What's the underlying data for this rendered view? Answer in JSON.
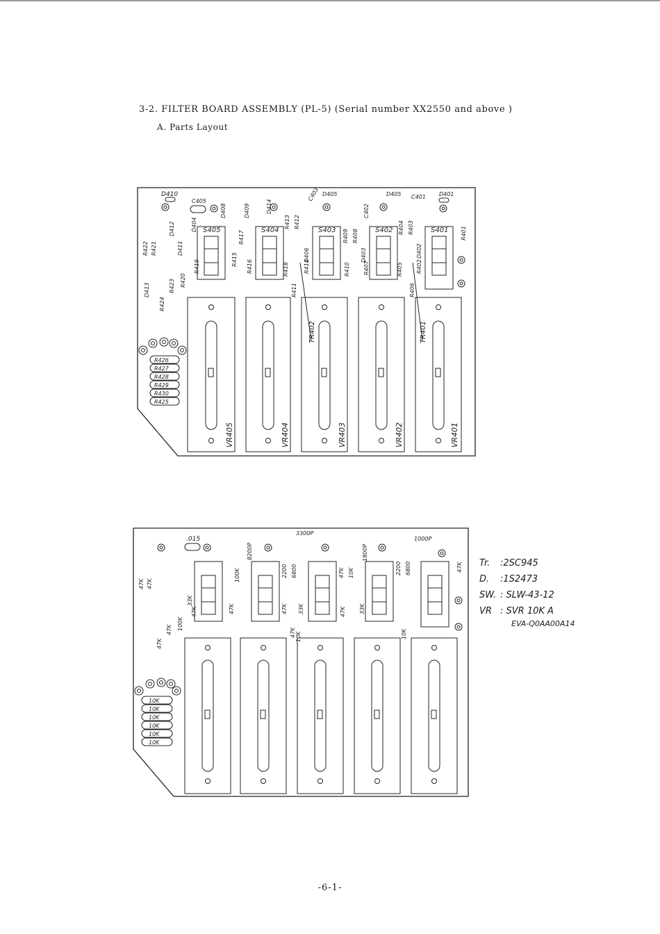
{
  "header": {
    "title": "3-2. FILTER BOARD ASSEMBLY (PL-5)   (Serial number XX2550 and above )",
    "subtitle": "A. Parts Layout"
  },
  "board_ref": {
    "switches": [
      "S405",
      "S404",
      "S403",
      "S402",
      "S401"
    ],
    "sliders": [
      "VR405",
      "VR404",
      "VR403",
      "VR402",
      "VR401"
    ],
    "trimmers": [
      "TR402",
      "TR401"
    ],
    "diodes": [
      "D410",
      "D408",
      "D409",
      "D414",
      "D405",
      "D405",
      "D401",
      "D412",
      "D411",
      "D404",
      "D413",
      "D406",
      "D403",
      "D402"
    ],
    "capacitors": [
      "C405",
      "C403",
      "C402",
      "C401"
    ],
    "column_resistors": [
      [
        "R417",
        "R415",
        "R416"
      ],
      [
        "R413",
        "R412",
        "R414"
      ],
      [
        "R409",
        "R408",
        "R410"
      ],
      [
        "R404",
        "R403",
        "R407",
        "R405",
        "R402"
      ],
      [
        "R401"
      ]
    ],
    "left_resistors": [
      "R422",
      "R421",
      "R419",
      "R420",
      "R424",
      "R423"
    ],
    "center_resistors": [
      "R418",
      "R411",
      "R406"
    ],
    "bottom_resistors": [
      "R426",
      "R427",
      "R428",
      "R429",
      "R430",
      "R425"
    ]
  },
  "board_val": {
    "caps": [
      ".015",
      "8200P",
      "3300P",
      "1800P",
      "1000P"
    ],
    "col_values": [
      [
        "100K",
        "47K",
        "47K"
      ],
      [
        "2200",
        "6800",
        "47K",
        "33K"
      ],
      [
        "47K",
        "10K",
        "10K",
        "47K"
      ],
      [
        "2200",
        "6800",
        "33K",
        "10K"
      ],
      [
        "47K"
      ]
    ],
    "left_values": [
      "47K",
      "47K",
      "47K",
      "47K",
      "100K",
      "47K",
      "33K"
    ],
    "bottom_values": [
      "10K",
      "10K",
      "10K",
      "10K",
      "10K",
      "10K"
    ]
  },
  "legend": {
    "rows": [
      {
        "key": "Tr.",
        "value": ":2SC945"
      },
      {
        "key": "D.",
        "value": ":1S2473"
      },
      {
        "key": "SW.",
        "value": ": SLW-43-12"
      },
      {
        "key": "VR",
        "value": ": SVR  10K  A"
      }
    ],
    "extra": "EVA-Q0AA00A14"
  },
  "footer": {
    "page_number": "-6-1-"
  }
}
